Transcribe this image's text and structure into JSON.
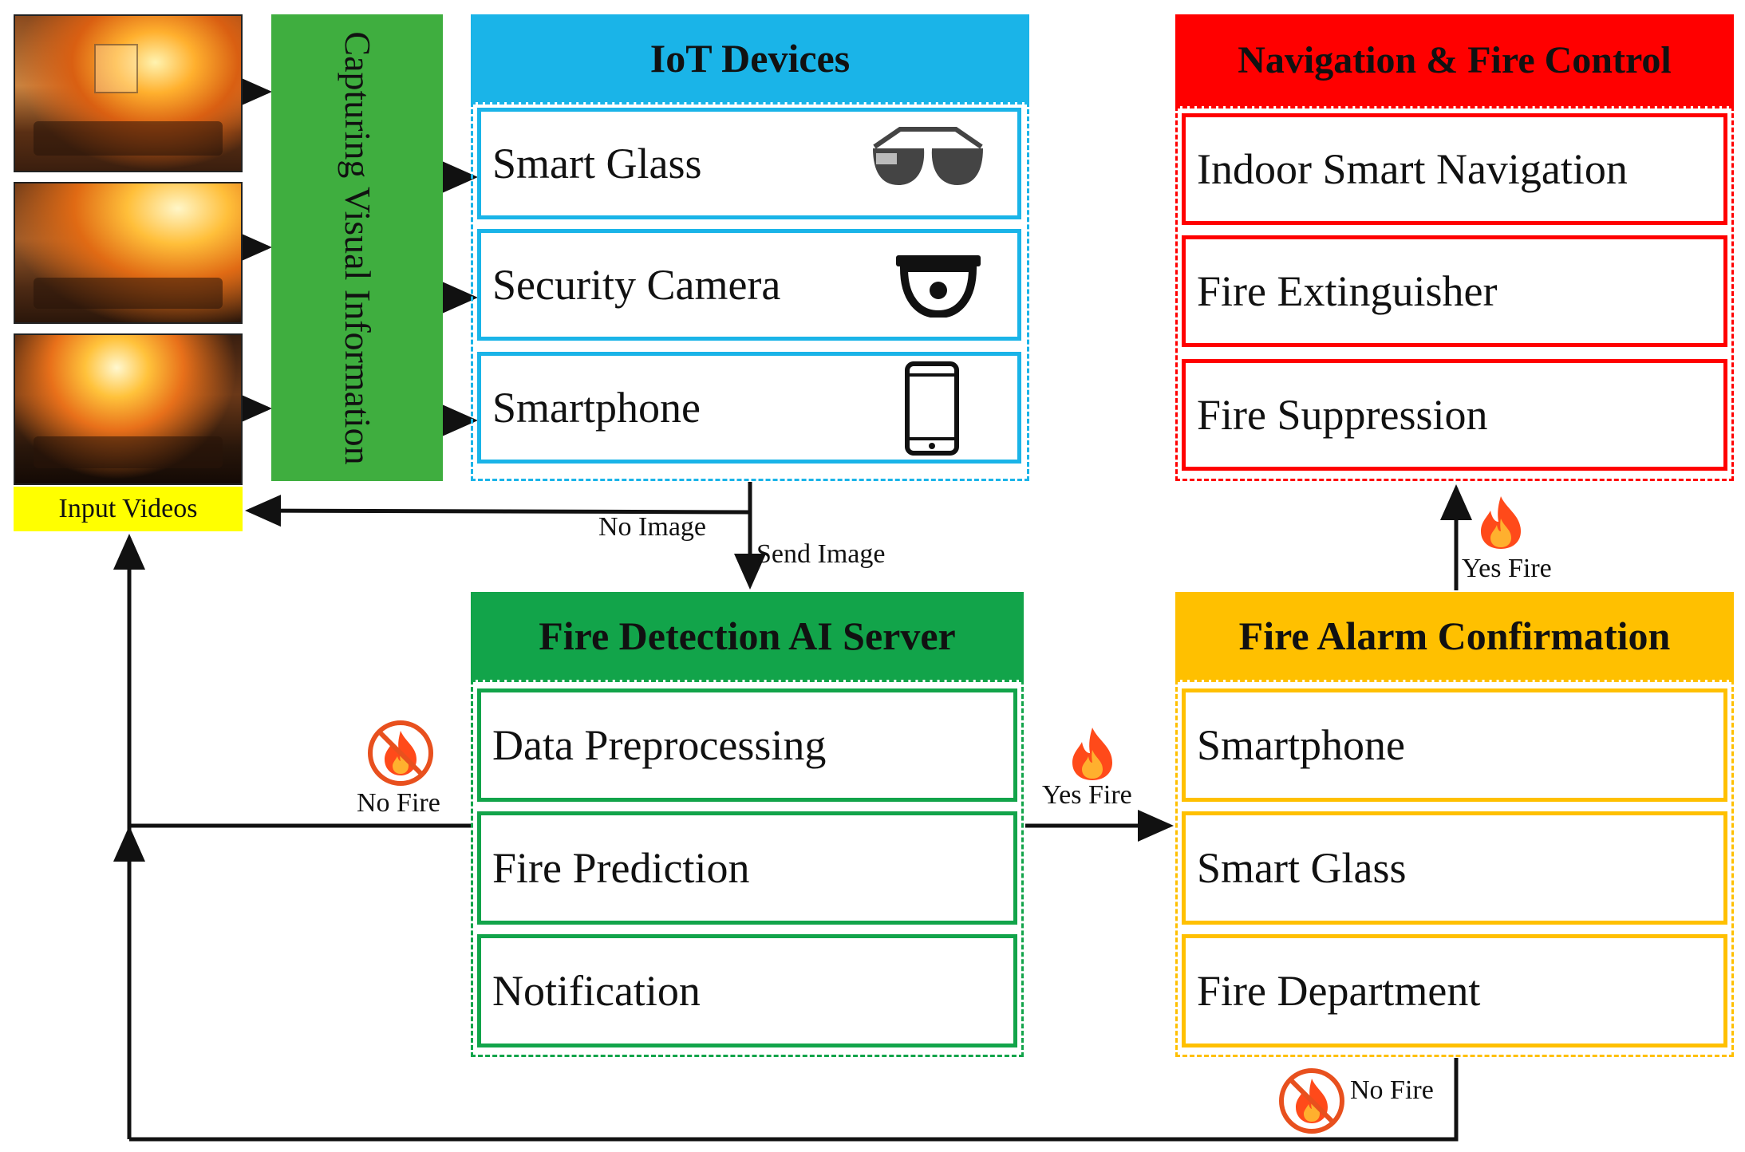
{
  "input": {
    "label": "Input Videos"
  },
  "capture": {
    "label": "Capturing Visual Information"
  },
  "iot": {
    "title": "IoT Devices",
    "items": [
      {
        "label": "Smart Glass",
        "icon": "smart-glass-icon"
      },
      {
        "label": "Security Camera",
        "icon": "security-camera-icon"
      },
      {
        "label": "Smartphone",
        "icon": "smartphone-icon"
      }
    ]
  },
  "navigation": {
    "title": "Navigation & Fire Control",
    "items": [
      {
        "label": "Indoor Smart Navigation"
      },
      {
        "label": "Fire Extinguisher"
      },
      {
        "label": "Fire Suppression"
      }
    ]
  },
  "server": {
    "title": "Fire Detection AI Server",
    "items": [
      {
        "label": "Data Preprocessing"
      },
      {
        "label": "Fire Prediction"
      },
      {
        "label": "Notification"
      }
    ]
  },
  "alarm": {
    "title": "Fire Alarm Confirmation",
    "items": [
      {
        "label": "Smartphone"
      },
      {
        "label": "Smart Glass"
      },
      {
        "label": "Fire Department"
      }
    ]
  },
  "flows": {
    "no_image": "No Image",
    "send_image": "Send Image",
    "no_fire_server": "No Fire",
    "yes_fire_server": "Yes Fire",
    "yes_fire_alarm": "Yes Fire",
    "no_fire_alarm": "No Fire"
  },
  "colors": {
    "iot": "#1ab4e8",
    "navigation": "#ff0000",
    "server": "#12a44a",
    "alarm": "#ffc000",
    "capture": "#3fae3f",
    "input_label": "#ffff00"
  }
}
